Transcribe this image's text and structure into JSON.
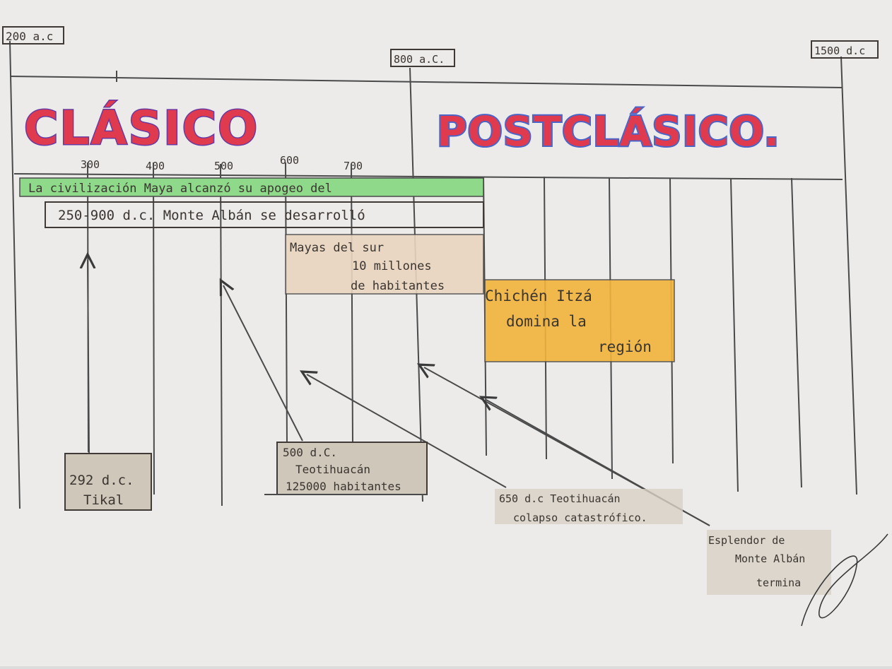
{
  "periods": {
    "start_label": "200 a.c",
    "mid_label": "800 a.C.",
    "end_label": "1500 d.c",
    "classic_title": "CLÁSICO",
    "postclassic_title": "POSTCLÁSICO."
  },
  "ticks": [
    "300",
    "400",
    "500",
    "600",
    "700"
  ],
  "bars": {
    "maya": "La civilización Maya alcanzó su apogeo del",
    "monte_alban": "250-900 d.c. Monte Albán se desarrolló",
    "mayas_sur": [
      "Mayas del sur",
      "10 millones",
      "de habitantes"
    ],
    "chichen": [
      "Chichén Itzá",
      "domina la",
      "región"
    ]
  },
  "events": {
    "tikal": [
      "292 d.c.",
      "Tikal"
    ],
    "teotihuacan": [
      "500 d.C.",
      "Teotihuacán",
      "125000 habitantes"
    ],
    "colapso": [
      "650 d.c Teotihuacán",
      "colapso catastrófico."
    ],
    "esplendor": [
      "Esplendor de",
      "Monte Albán",
      "termina"
    ]
  },
  "colors": {
    "paper": "#ecebea",
    "green_band": "#8fd98a",
    "orange_box": "#f2b43c",
    "tan_box": "#e9d5bf",
    "gray_box": "#cfc7b9",
    "classic_fill": "#e03a4e",
    "classic_outline": "#6a3aa0",
    "post_outline": "#4a64c8"
  }
}
